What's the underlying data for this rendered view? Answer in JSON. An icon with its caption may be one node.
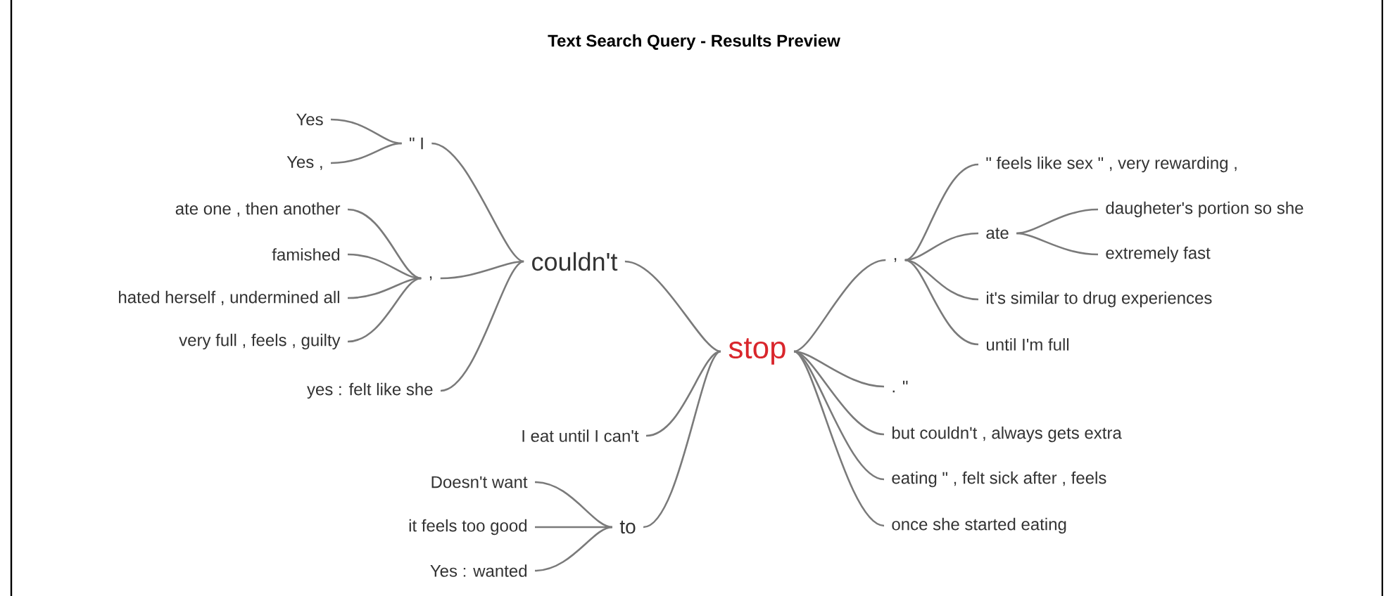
{
  "diagram": {
    "title": "Text Search Query - Results Preview",
    "nodes": [
      {
        "text": [
          "stop"
        ]
      },
      {
        "text": [
          "couldn't"
        ]
      },
      {
        "text": [
          "\" I"
        ]
      },
      {
        "text": [
          "Yes"
        ]
      },
      {
        "text": [
          "Yes ,"
        ]
      },
      {
        "text": [
          ","
        ]
      },
      {
        "text": [
          "ate one , then another"
        ]
      },
      {
        "text": [
          "famished"
        ]
      },
      {
        "text": [
          "hated herself , undermined all"
        ]
      },
      {
        "text": [
          "very full , feels , guilty"
        ]
      },
      {
        "text": [
          "yes : felt like she"
        ]
      },
      {
        "text": [
          "I eat until I can't"
        ]
      },
      {
        "text": [
          "to"
        ]
      },
      {
        "text": [
          "Doesn't want"
        ]
      },
      {
        "text": [
          "it feels too good"
        ]
      },
      {
        "text": [
          "Yes : wanted"
        ]
      },
      {
        "text": [
          ","
        ]
      },
      {
        "text": [
          "\" feels like sex \" , very rewarding ,"
        ]
      },
      {
        "text": [
          "ate"
        ]
      },
      {
        "text": [
          "daugheter's portion so she"
        ]
      },
      {
        "text": [
          "extremely fast"
        ]
      },
      {
        "text": [
          "it's similar to drug experiences"
        ]
      },
      {
        "text": [
          "until I'm full"
        ]
      },
      {
        "text": [
          ". \""
        ]
      },
      {
        "text": [
          "but couldn't , always gets extra"
        ]
      },
      {
        "text": [
          "eating \" , felt sick after , feels"
        ]
      },
      {
        "text": [
          "once she started eating"
        ]
      }
    ],
    "edges": [
      {
        "from": 0,
        "to": 1,
        "arrow": "none"
      },
      {
        "from": 0,
        "to": 11,
        "arrow": "none"
      },
      {
        "from": 0,
        "to": 12,
        "arrow": "none"
      },
      {
        "from": 1,
        "to": 2,
        "arrow": "none"
      },
      {
        "from": 1,
        "to": 5,
        "arrow": "none"
      },
      {
        "from": 1,
        "to": 10,
        "arrow": "none"
      },
      {
        "from": 2,
        "to": 3,
        "arrow": "none"
      },
      {
        "from": 2,
        "to": 4,
        "arrow": "none"
      },
      {
        "from": 5,
        "to": 6,
        "arrow": "none"
      },
      {
        "from": 5,
        "to": 7,
        "arrow": "none"
      },
      {
        "from": 5,
        "to": 8,
        "arrow": "none"
      },
      {
        "from": 5,
        "to": 9,
        "arrow": "none"
      },
      {
        "from": 12,
        "to": 13,
        "arrow": "none"
      },
      {
        "from": 12,
        "to": 14,
        "arrow": "none"
      },
      {
        "from": 12,
        "to": 15,
        "arrow": "none"
      },
      {
        "from": 0,
        "to": 16,
        "arrow": "none"
      },
      {
        "from": 0,
        "to": 23,
        "arrow": "none"
      },
      {
        "from": 0,
        "to": 24,
        "arrow": "none"
      },
      {
        "from": 0,
        "to": 25,
        "arrow": "none"
      },
      {
        "from": 0,
        "to": 26,
        "arrow": "none"
      },
      {
        "from": 16,
        "to": 17,
        "arrow": "none"
      },
      {
        "from": 16,
        "to": 18,
        "arrow": "none"
      },
      {
        "from": 16,
        "to": 21,
        "arrow": "none"
      },
      {
        "from": 16,
        "to": 22,
        "arrow": "none"
      },
      {
        "from": 18,
        "to": 19,
        "arrow": "none"
      },
      {
        "from": 18,
        "to": 20,
        "arrow": "none"
      }
    ]
  }
}
